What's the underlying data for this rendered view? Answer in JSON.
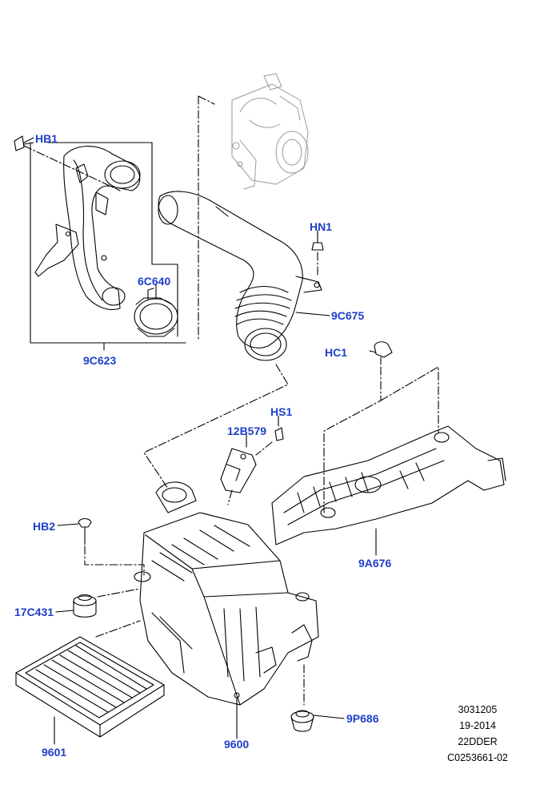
{
  "callouts": {
    "hb1": "HB1",
    "hn1": "HN1",
    "c6c640": "6C640",
    "c9c675": "9C675",
    "c9c623": "9C623",
    "hc1": "HC1",
    "hs1": "HS1",
    "c12b579": "12B579",
    "hb2": "HB2",
    "c9a676": "9A676",
    "c17c431": "17C431",
    "c9p686": "9P686",
    "c9601": "9601",
    "c9600": "9600"
  },
  "reference": {
    "line1": "3031205",
    "line2": "19-2014",
    "line3": "22DDER",
    "line4": "C0253661-02"
  },
  "colors": {
    "callout": "#1e3fc8",
    "line": "#000000",
    "turbo": "#9a9a9a"
  }
}
